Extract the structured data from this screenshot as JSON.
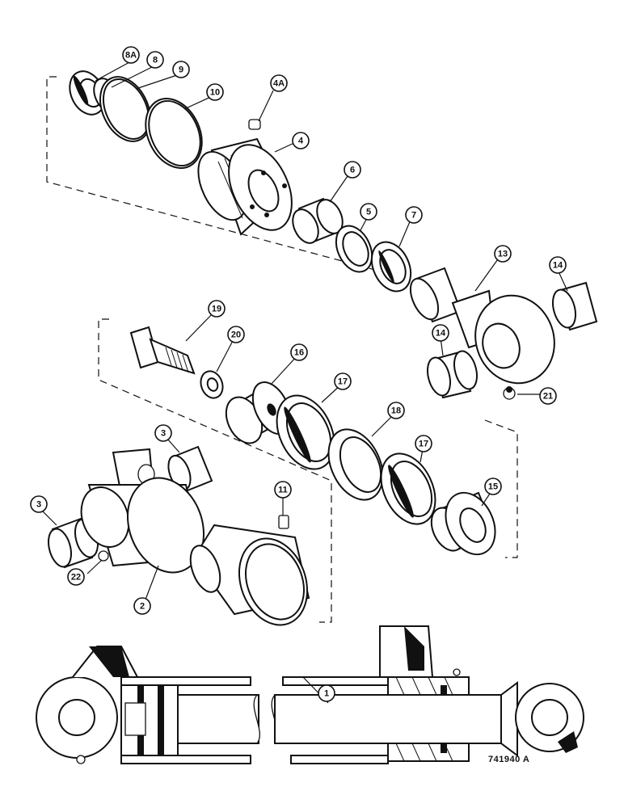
{
  "drawing_number": "741940 A",
  "callouts": [
    "8A",
    "8",
    "9",
    "10",
    "4A",
    "4",
    "6",
    "5",
    "7",
    "13",
    "14",
    "14",
    "21",
    "19",
    "20",
    "16",
    "17",
    "18",
    "17",
    "15",
    "3",
    "3",
    "11",
    "22",
    "2",
    "1"
  ]
}
